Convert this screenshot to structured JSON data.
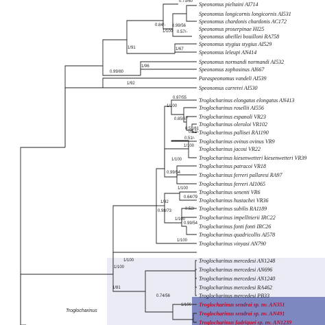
{
  "tips": [
    {
      "text": "Speonomus pieltaini AI714",
      "new": false
    },
    {
      "text": "Speonomus longicornis longicornis AI531",
      "new": false
    },
    {
      "text": "Speonomus chardonis chardonis AC172",
      "new": false
    },
    {
      "text": "Speonomus proserpinae HI25",
      "new": false
    },
    {
      "text": "Speonomus abeillei bouilloni RA758",
      "new": false
    },
    {
      "text": "Speonomus stygius stygius AI529",
      "new": false
    },
    {
      "text": "Speonomus leleupi AN414",
      "new": false
    },
    {
      "text": "Speonomus normandi normandi AI532",
      "new": false
    },
    {
      "text": "Speonomus zophosinus AI667",
      "new": false
    },
    {
      "text": "Paraspeonomus vandeli AI539",
      "new": false
    },
    {
      "text": "Speonomus carrerei AI530",
      "new": false
    },
    {
      "text": "Troglocharinus elongatus elongatus AN413",
      "new": false
    },
    {
      "text": "Troglocharinus rosellii AI556",
      "new": false
    },
    {
      "text": "Troglocharinus espanoli VR23",
      "new": false
    },
    {
      "text": "Troglocharinus oleroloi VR102",
      "new": false
    },
    {
      "text": "Troglocharinus pallisei RA1190",
      "new": false
    },
    {
      "text": "Troglocharinus ovinus ovinus VR9",
      "new": false
    },
    {
      "text": "Troglocharinus jacosi VR22",
      "new": false
    },
    {
      "text": "Troglocharinus kiesenwetteri kiesenwetteri VR39",
      "new": false
    },
    {
      "text": "Troglocharinus patracoi VR18",
      "new": false
    },
    {
      "text": "Troglocharinus ferreri pallaresi RA97",
      "new": false
    },
    {
      "text": "Troglocharinus ferreri AI1065",
      "new": false
    },
    {
      "text": "Troglocharinus senenti VR6",
      "new": false
    },
    {
      "text": "Troglocharinus hustachei VR36",
      "new": false
    },
    {
      "text": "Troglocharinus subilis RA1189",
      "new": false
    },
    {
      "text": "Troglocharinus impellitierii IRC22",
      "new": false
    },
    {
      "text": "Troglocharinus fonti fonti IRC26",
      "new": false
    },
    {
      "text": "Troglocharinus quadricollis AI578",
      "new": false
    },
    {
      "text": "Troglocharinus vinyasi AN790",
      "new": false
    },
    {
      "text": "Troglocharinus mercedesi AN1248",
      "new": false
    },
    {
      "text": "Troglocharinus mercedesi AN696",
      "new": false
    },
    {
      "text": "Troglocharinus mercedesi AN1240",
      "new": false
    },
    {
      "text": "Troglocharinus mercedesi RA462",
      "new": false
    },
    {
      "text": "Troglocharinus mercedesi PB33",
      "new": false
    },
    {
      "text": "Troglocharinus sendrai sp. nv. AN351",
      "new": true
    },
    {
      "text": "Troglocharinus sendrai sp. nv. AN491",
      "new": true
    },
    {
      "text": "Troglocharinus fadriquei sp. nv. AN1239",
      "new": true
    }
  ],
  "support_labels": [
    "0.73/60",
    "0.84/-",
    "0.99/56",
    "0.57/-",
    "1/100",
    "1/67",
    "1/91",
    "0.99/80",
    "1/96",
    "1/92",
    "0.97/55",
    "1/100",
    "0.85/67",
    "0.51/61",
    "0.52/-",
    "0.51/-",
    "1/100",
    "1/100",
    "0.99/54",
    "1/92",
    "1/100",
    "0.64/79",
    "0.52/-",
    "1/100",
    "0.98/73",
    "0.99/54",
    "1/100",
    "1/100",
    "1/81",
    "0.74/56",
    "1/100",
    "1/100"
  ],
  "clade_label": "Troglocharinus",
  "colors": {
    "new_species": "#b01030",
    "highlight_light": "#e9ebf5",
    "highlight_dark": "#7f87c0"
  }
}
